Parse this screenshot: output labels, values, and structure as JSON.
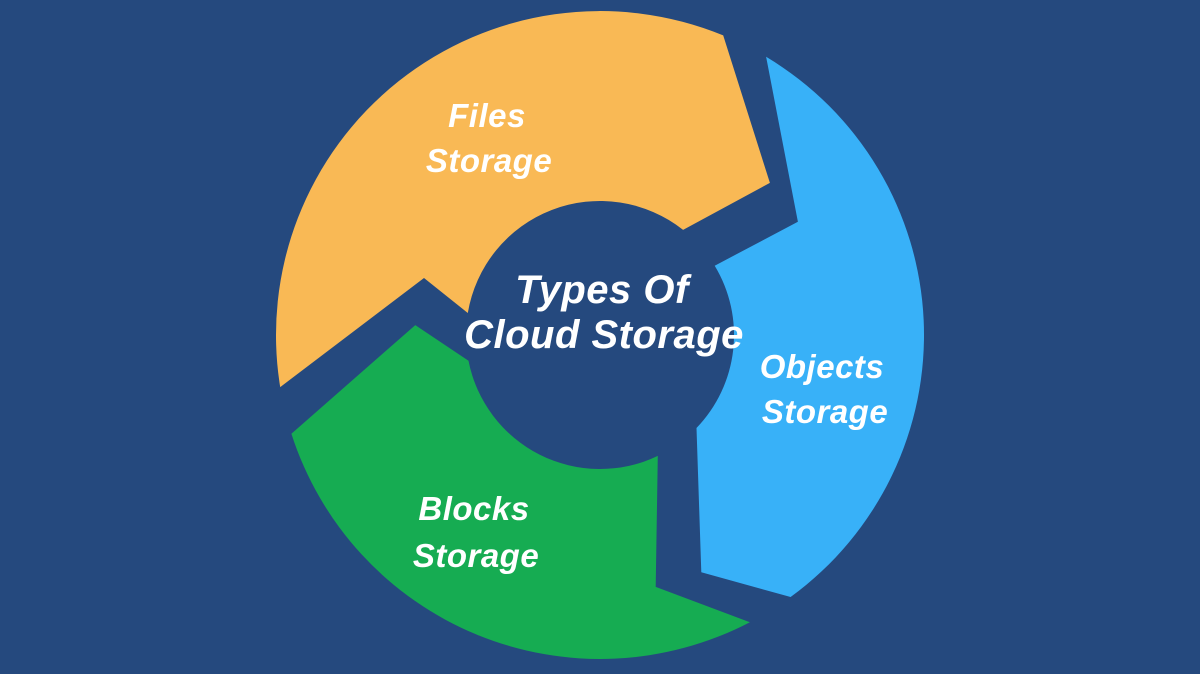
{
  "colors": {
    "background": "#25497E",
    "text": "#FFFFFF"
  },
  "title": {
    "lines": [
      "Types Of",
      "Cloud Storage"
    ]
  },
  "segments": [
    {
      "id": "files-storage",
      "label_lines": [
        "Files",
        "Storage"
      ],
      "color": "#F9B955"
    },
    {
      "id": "objects-storage",
      "label_lines": [
        "Objects",
        "Storage"
      ],
      "color": "#38B1F8"
    },
    {
      "id": "blocks-storage",
      "label_lines": [
        "Blocks",
        "Storage"
      ],
      "color": "#16AC52"
    }
  ]
}
